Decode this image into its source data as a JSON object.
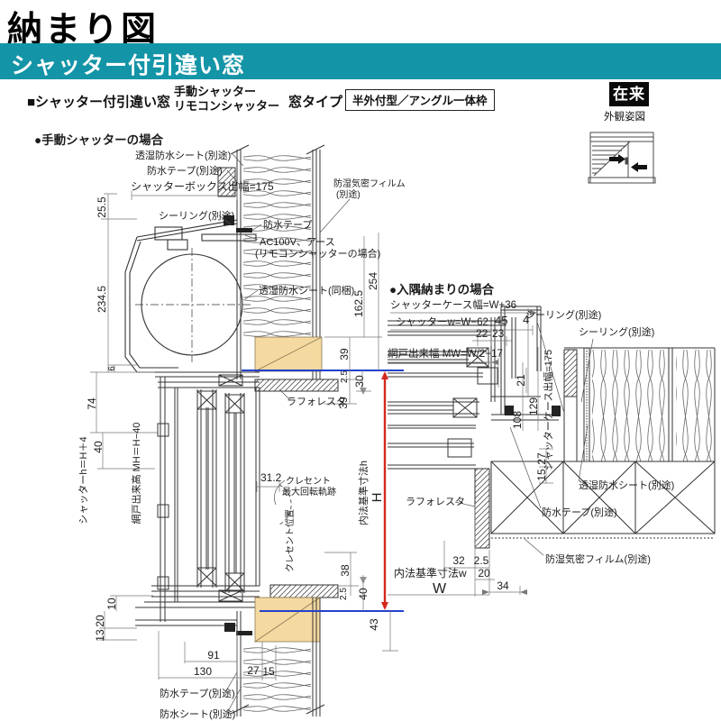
{
  "header": {
    "title": "納まり図",
    "banner": "シャッター付引違い窓",
    "banner_color": "#1494a7"
  },
  "subheader": {
    "product": "■シャッター付引違い窓",
    "shutter_type_1": "手動シャッター",
    "shutter_type_2": "リモコンシャッター",
    "window_type_label": "窓タイプ",
    "window_type_value": "半外付型／アングル一体枠",
    "badge": "在来",
    "appearance_caption": "外観姿図"
  },
  "left": {
    "title": "●手動シャッターの場合",
    "callouts": {
      "sheet_top": "透湿防水シート(別途)",
      "tape_top": "防水テープ(別途)",
      "box_depth": "シャッターボックス出幅=175",
      "sealing": "シーリング(別途)",
      "tape_mid": "防水テープ",
      "ac1": "AC100V、アース",
      "ac2": "(リモコンシャッターの場合)",
      "film1": "防湿気密フィルム",
      "film2": "(別途)",
      "sheet_mid": "透湿防水シート(同梱)",
      "laforesta": "ラフォレスタ",
      "crescent1": "クレセント",
      "crescent2": "最大回転軌跡",
      "crescent_pos": "クレセント位置",
      "shutter_h": "シャッターh＝H＋4",
      "screen_h": "網戸出来高 MH＝H−40",
      "inner_h": "内法基準寸法h",
      "H": "H",
      "tape_bottom": "防水テープ(別途)",
      "sheet_bottom": "防水シート(別途)"
    },
    "dims": {
      "d25_5": "25.5",
      "d234_5": "234.5",
      "d6": "6",
      "d74": "74",
      "d40a": "40",
      "d10": "10",
      "d20": "20",
      "d13": "13",
      "d254": "254",
      "d162_5": "162.5",
      "d39a": "39",
      "d2_5a": "2.5",
      "d30": "30",
      "d39b": "39",
      "d31_2": "31.2",
      "d38": "38",
      "d2_5b": "2.5",
      "d40b": "40",
      "d43": "43",
      "d91": "91",
      "d130": "130",
      "d27": "27",
      "d15": "15"
    }
  },
  "right": {
    "title": "●入隅納まりの場合",
    "callouts": {
      "case_width": "シャッターケース幅=W+36",
      "shutter_w": "シャッターw=W−62",
      "sealing1": "シーリング(別途)",
      "sealing2": "シーリング(別途)",
      "screen_w": "網戸出来幅 MW=W/2−17",
      "case_depth": "シャッターケース出幅=175",
      "sheet": "透湿防水シート(別途)",
      "tape": "防水テープ(別途)",
      "laforesta": "ラフォレスタ",
      "film": "防湿気密フィルム(別途)",
      "inner_w": "内法基準寸法w",
      "W": "W"
    },
    "dims": {
      "d45": "45",
      "d4": "4",
      "d22": "22",
      "d23": "23",
      "d21": "21",
      "d129": "129",
      "d108": "108",
      "d27": "27",
      "d15": "15",
      "d32": "32",
      "d2_5": "2.5",
      "d20": "20",
      "d34": "34"
    }
  },
  "colors": {
    "teal": "#1494a7",
    "wood": "#f4d9a0",
    "dim_blue": "#2440cc",
    "dim_red": "#d4281e"
  }
}
